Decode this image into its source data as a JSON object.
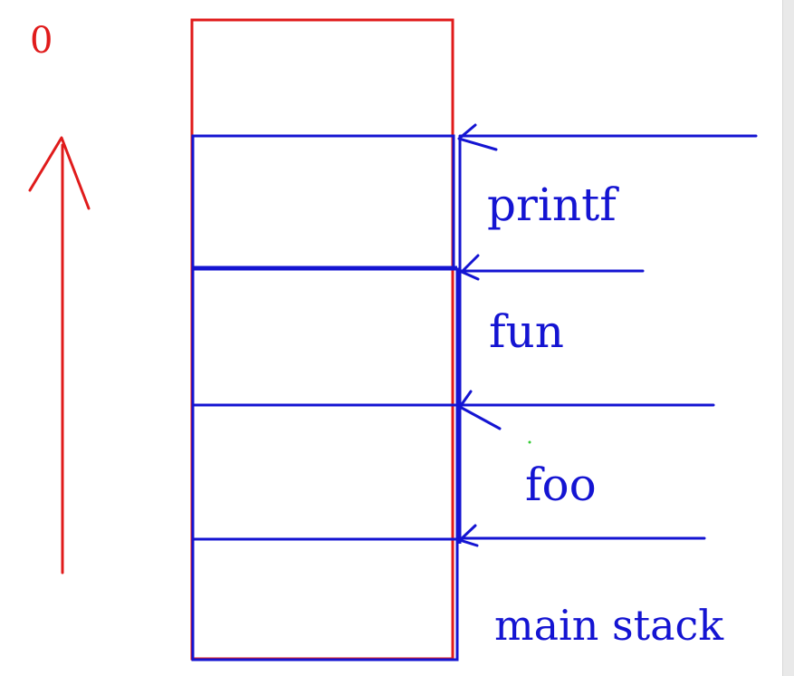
{
  "diagram": {
    "zero_label": "0",
    "frames": [
      {
        "label": "printf"
      },
      {
        "label": "fun"
      },
      {
        "label": "foo"
      },
      {
        "label": "main stack"
      }
    ]
  },
  "colors": {
    "red": "#e01b1b",
    "blue": "#1414d2",
    "dot": "#33cc33"
  }
}
